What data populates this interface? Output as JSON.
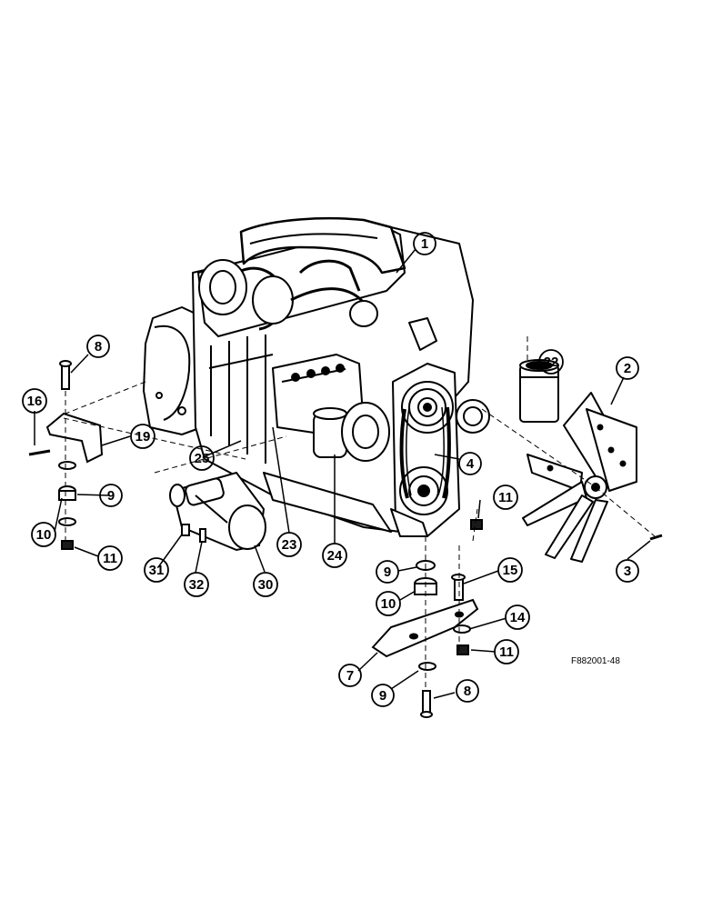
{
  "figure": {
    "code": "F882001-48",
    "callouts": [
      {
        "id": "c1",
        "label": "1"
      },
      {
        "id": "c2",
        "label": "2"
      },
      {
        "id": "c3",
        "label": "3"
      },
      {
        "id": "c4",
        "label": "4"
      },
      {
        "id": "c7",
        "label": "7"
      },
      {
        "id": "c8a",
        "label": "8"
      },
      {
        "id": "c8b",
        "label": "8"
      },
      {
        "id": "c9a",
        "label": "9"
      },
      {
        "id": "c9b",
        "label": "9"
      },
      {
        "id": "c9c",
        "label": "9"
      },
      {
        "id": "c10a",
        "label": "10"
      },
      {
        "id": "c10b",
        "label": "10"
      },
      {
        "id": "c11a",
        "label": "11"
      },
      {
        "id": "c11b",
        "label": "11"
      },
      {
        "id": "c11c",
        "label": "11"
      },
      {
        "id": "c14",
        "label": "14"
      },
      {
        "id": "c15",
        "label": "15"
      },
      {
        "id": "c16",
        "label": "16"
      },
      {
        "id": "c19",
        "label": "19"
      },
      {
        "id": "c22",
        "label": "22"
      },
      {
        "id": "c23",
        "label": "23"
      },
      {
        "id": "c24",
        "label": "24"
      },
      {
        "id": "c25",
        "label": "25"
      },
      {
        "id": "c30",
        "label": "30"
      },
      {
        "id": "c31",
        "label": "31"
      },
      {
        "id": "c32",
        "label": "32"
      }
    ]
  },
  "colors": {
    "ink": "#000000",
    "paper": "#ffffff",
    "shade": "#1a1a1a"
  }
}
